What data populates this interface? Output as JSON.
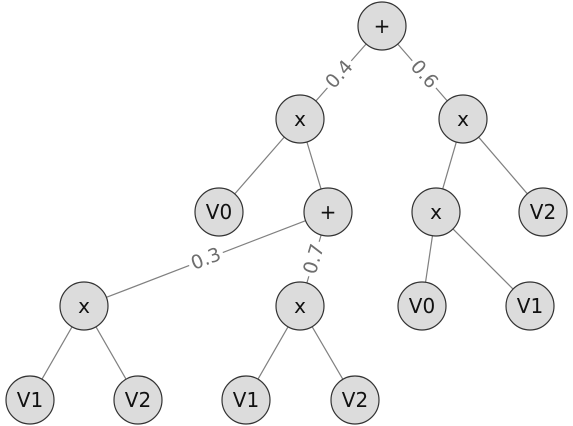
{
  "tree": {
    "nodes": [
      {
        "id": "n0",
        "label": "+"
      },
      {
        "id": "n1",
        "label": "x"
      },
      {
        "id": "n2",
        "label": "x"
      },
      {
        "id": "n3",
        "label": "V0"
      },
      {
        "id": "n4",
        "label": "+"
      },
      {
        "id": "n5",
        "label": "x"
      },
      {
        "id": "n6",
        "label": "V2"
      },
      {
        "id": "n7",
        "label": "x"
      },
      {
        "id": "n8",
        "label": "x"
      },
      {
        "id": "n9",
        "label": "V0"
      },
      {
        "id": "n10",
        "label": "V1"
      },
      {
        "id": "n11",
        "label": "V1"
      },
      {
        "id": "n12",
        "label": "V2"
      },
      {
        "id": "n13",
        "label": "V1"
      },
      {
        "id": "n14",
        "label": "V2"
      }
    ],
    "edges": [
      {
        "from": "n0",
        "to": "n1",
        "weight": "0.4"
      },
      {
        "from": "n0",
        "to": "n2",
        "weight": "0.6"
      },
      {
        "from": "n1",
        "to": "n3"
      },
      {
        "from": "n1",
        "to": "n4"
      },
      {
        "from": "n2",
        "to": "n5"
      },
      {
        "from": "n2",
        "to": "n6"
      },
      {
        "from": "n4",
        "to": "n7",
        "weight": "0.3"
      },
      {
        "from": "n4",
        "to": "n8",
        "weight": "0.7"
      },
      {
        "from": "n5",
        "to": "n9"
      },
      {
        "from": "n5",
        "to": "n10"
      },
      {
        "from": "n7",
        "to": "n11"
      },
      {
        "from": "n7",
        "to": "n12"
      },
      {
        "from": "n8",
        "to": "n13"
      },
      {
        "from": "n8",
        "to": "n14"
      }
    ]
  }
}
